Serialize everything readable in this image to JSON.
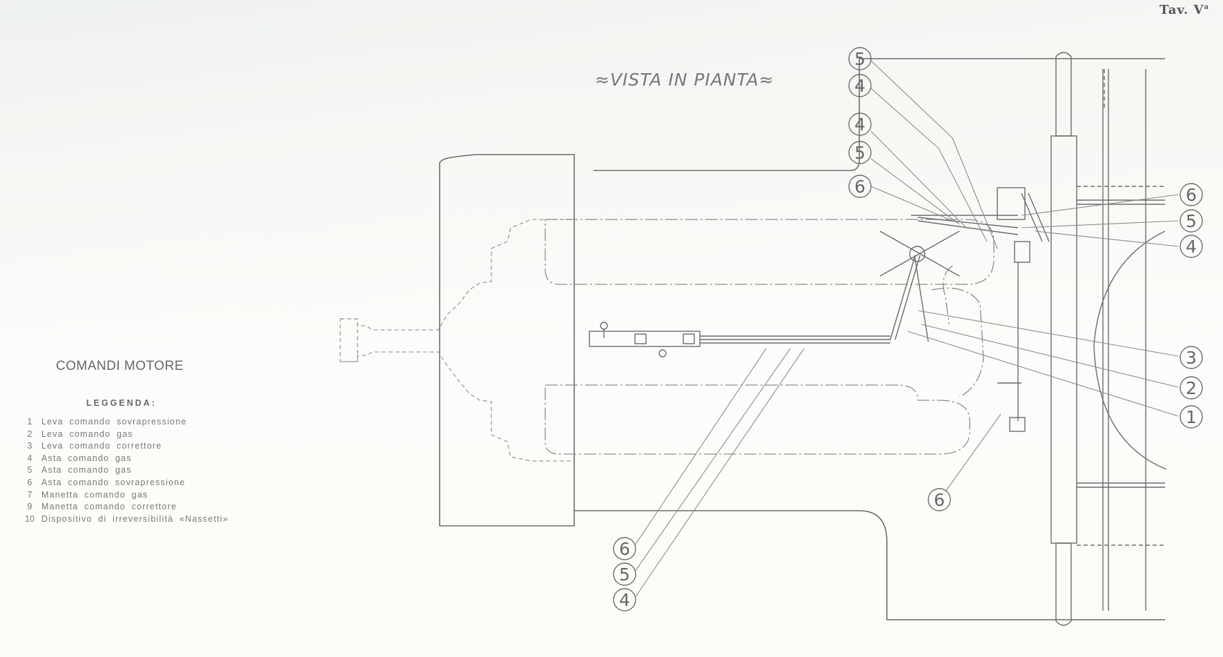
{
  "sheet": {
    "plate_label": "Tav. V",
    "plate_sup": "a"
  },
  "view": {
    "title": "≈VISTA IN PIANTA≈"
  },
  "legend": {
    "title": "COMANDI MOTORE",
    "subtitle": "LEGGENDA:",
    "items": [
      {
        "num": "1",
        "text": "Leva comando sovrapressione"
      },
      {
        "num": "2",
        "text": "Leva comando gas"
      },
      {
        "num": "3",
        "text": "Leva comando correttore"
      },
      {
        "num": "4",
        "text": "Asta comando gas"
      },
      {
        "num": "5",
        "text": "Asta comando gas"
      },
      {
        "num": "6",
        "text": "Asta comando sovrapressione"
      },
      {
        "num": "7",
        "text": "Manetta comando gas"
      },
      {
        "num": "9",
        "text": "Manetta comando correttore"
      },
      {
        "num": "10",
        "text": "Dispositivo di irreversibilità «Nassetti»"
      }
    ]
  },
  "callouts": {
    "top_5a": "5",
    "top_4a": "4",
    "top_4b": "4",
    "top_5b": "5",
    "top_6": "6",
    "right_6": "6",
    "right_5": "5",
    "right_4": "4",
    "right_3": "3",
    "right_2": "2",
    "right_1": "1",
    "low_6": "6",
    "bottom_6": "6",
    "bottom_5": "5",
    "bottom_4": "4"
  },
  "colors": {
    "ink": "#6a6a6a",
    "ink_light": "#9a9a9a",
    "paper": "#fbfbf9"
  }
}
